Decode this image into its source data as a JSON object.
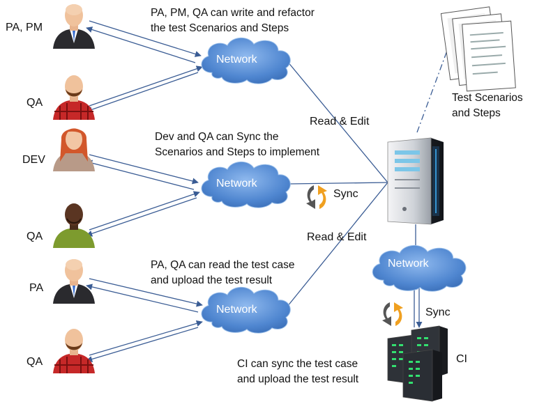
{
  "roles": {
    "pa_pm": "PA, PM",
    "qa_1": "QA",
    "dev": "DEV",
    "qa_2": "QA",
    "pa": "PA",
    "qa_3": "QA",
    "ci": "CI"
  },
  "notes": {
    "top": "PA, PM, QA can write and refactor\nthe test Scenarios and Steps",
    "middle": "Dev and QA can Sync the\nScenarios and Steps to implement",
    "bottom": "PA, QA can read the test case\nand upload the test result",
    "ci": "CI can sync the test case\nand upload the test result"
  },
  "clouds": {
    "top": "Network",
    "middle": "Network",
    "bottom": "Network",
    "server": "Network"
  },
  "edges": {
    "read_edit_top": "Read & Edit",
    "sync_middle": "Sync",
    "read_edit_bottom": "Read & Edit",
    "sync_ci": "Sync"
  },
  "documents": {
    "label": "Test Scenarios\nand Steps"
  },
  "colors": {
    "cloud": "#5b8fd6",
    "line": "#3a5c94",
    "sync_orange": "#f0a020",
    "sync_dark": "#555555"
  }
}
